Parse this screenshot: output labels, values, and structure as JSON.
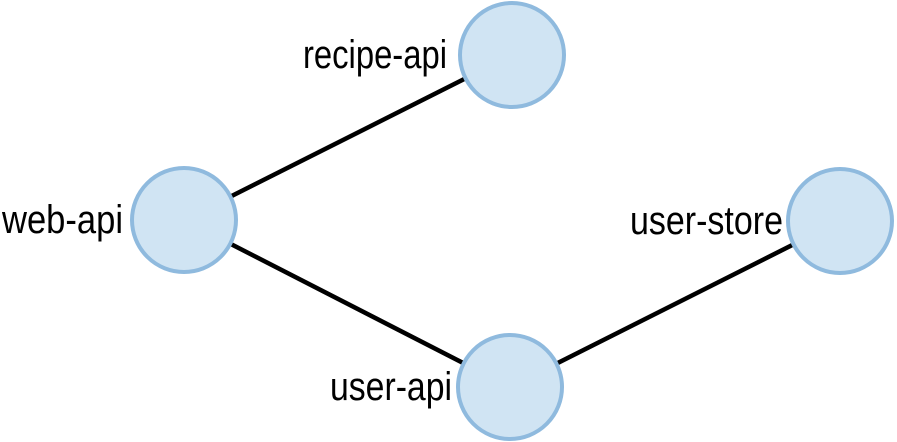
{
  "diagram": {
    "type": "graph",
    "nodes": [
      {
        "id": "web-api",
        "label": "web-api"
      },
      {
        "id": "recipe-api",
        "label": "recipe-api"
      },
      {
        "id": "user-api",
        "label": "user-api"
      },
      {
        "id": "user-store",
        "label": "user-store"
      }
    ],
    "edges": [
      {
        "from": "web-api",
        "to": "recipe-api"
      },
      {
        "from": "web-api",
        "to": "user-api"
      },
      {
        "from": "user-api",
        "to": "user-store"
      }
    ],
    "colors": {
      "node_fill": "#d0e4f3",
      "node_stroke": "#8fbade",
      "edge_stroke": "#000000",
      "label_color": "#000000",
      "background": "#ffffff"
    }
  }
}
